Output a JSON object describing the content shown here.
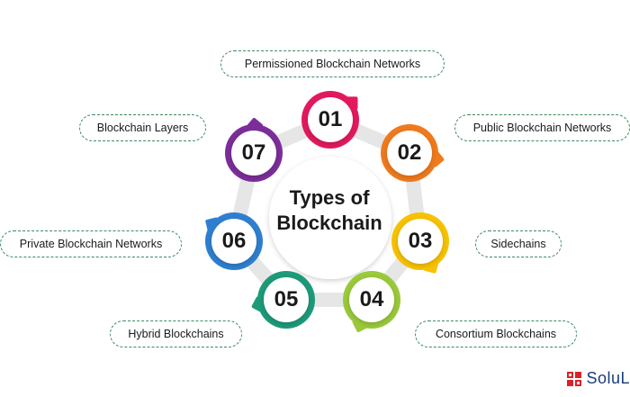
{
  "diagram": {
    "center": {
      "line1": "Types of",
      "line2": "Blockchain"
    },
    "items": [
      {
        "number": "01",
        "label": "Permissioned Blockchain Networks",
        "color": "#e3195f"
      },
      {
        "number": "02",
        "label": "Public Blockchain Networks",
        "color": "#f07a1c"
      },
      {
        "number": "03",
        "label": "Sidechains",
        "color": "#f7c200"
      },
      {
        "number": "04",
        "label": "Consortium Blockchains",
        "color": "#9ac93a"
      },
      {
        "number": "05",
        "label": "Hybrid Blockchains",
        "color": "#1d9a7a"
      },
      {
        "number": "06",
        "label": "Private Blockchain Networks",
        "color": "#2f7fd0"
      },
      {
        "number": "07",
        "label": "Blockchain Layers",
        "color": "#7b2e9a"
      }
    ],
    "ring_color": "#e6e6e6",
    "pill_border_color": "#3c8a5f"
  },
  "logo": {
    "text": "SoluL",
    "color": "#1b3c7a",
    "accent": "#d8232a"
  }
}
